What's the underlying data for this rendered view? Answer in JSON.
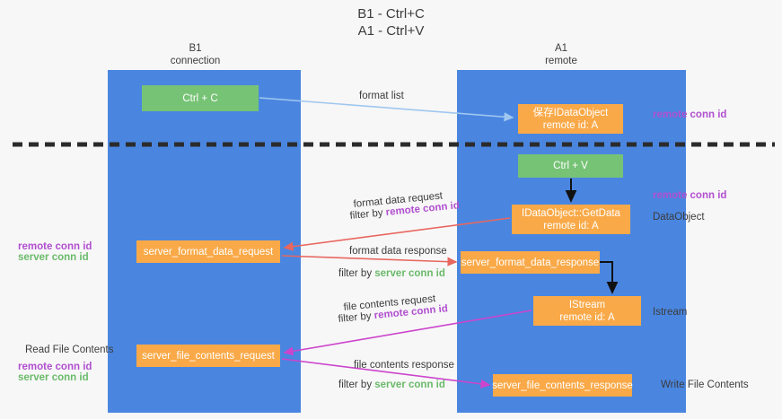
{
  "title": {
    "line1": "B1 - Ctrl+C",
    "line2": "A1 - Ctrl+V"
  },
  "columns": {
    "left": {
      "name": "B1",
      "role": "connection"
    },
    "right": {
      "name": "A1",
      "role": "remote"
    }
  },
  "nodes": {
    "ctrl_c": "Ctrl + C",
    "save_idataobject": "保存IDataObject\nremote id: A",
    "save_idataobject_line1": "保存IDataObject",
    "save_idataobject_line2": "remote id: A",
    "ctrl_v": "Ctrl + V",
    "getdata_line1": "IDataObject::GetData",
    "getdata_line2": "remote id: A",
    "server_format_data_request": "server_format_data_request",
    "server_format_data_response": "server_format_data_response",
    "istream_line1": "IStream",
    "istream_line2": "remote id: A",
    "server_file_contents_request": "server_file_contents_request",
    "server_file_contents_response": "server_file_contents_response"
  },
  "edge_labels": {
    "format_list": "format list",
    "format_data_request": "format data request",
    "format_data_request_filter_prefix": "filter by ",
    "format_data_request_filter_key": "remote conn id",
    "format_data_response": "format data response",
    "format_data_response_filter_prefix": "filter by ",
    "format_data_response_filter_key": "server conn id",
    "file_contents_request": "file contents request",
    "file_contents_request_filter_prefix": "filter by ",
    "file_contents_request_filter_key": "remote conn id",
    "file_contents_response": "file contents response",
    "file_contents_response_filter_prefix": "filter by ",
    "file_contents_response_filter_key": "server conn id"
  },
  "side_labels": {
    "remote_conn_id_top": "remote conn id",
    "remote_conn_id_mid": "remote conn id",
    "dataobject": "DataObject",
    "istream": "Istream",
    "write_file_contents": "Write File Contents",
    "read_file_contents": "Read File Contents",
    "left_remote_conn_id_1": "remote conn id",
    "left_server_conn_id_1": "server conn id",
    "left_remote_conn_id_2": "remote conn id",
    "left_server_conn_id_2": "server conn id"
  },
  "colors": {
    "band": "#4a86e0",
    "green_node": "#77c376",
    "orange_node": "#f9a948",
    "purple_text": "#b14fd0",
    "green_text": "#6aba6a",
    "red_arrow": "#e8675f",
    "magenta_arrow": "#cc44cc",
    "blue_arrow": "#9fc7ef",
    "divider": "#2b2b2b",
    "background": "#f7f7f7"
  }
}
